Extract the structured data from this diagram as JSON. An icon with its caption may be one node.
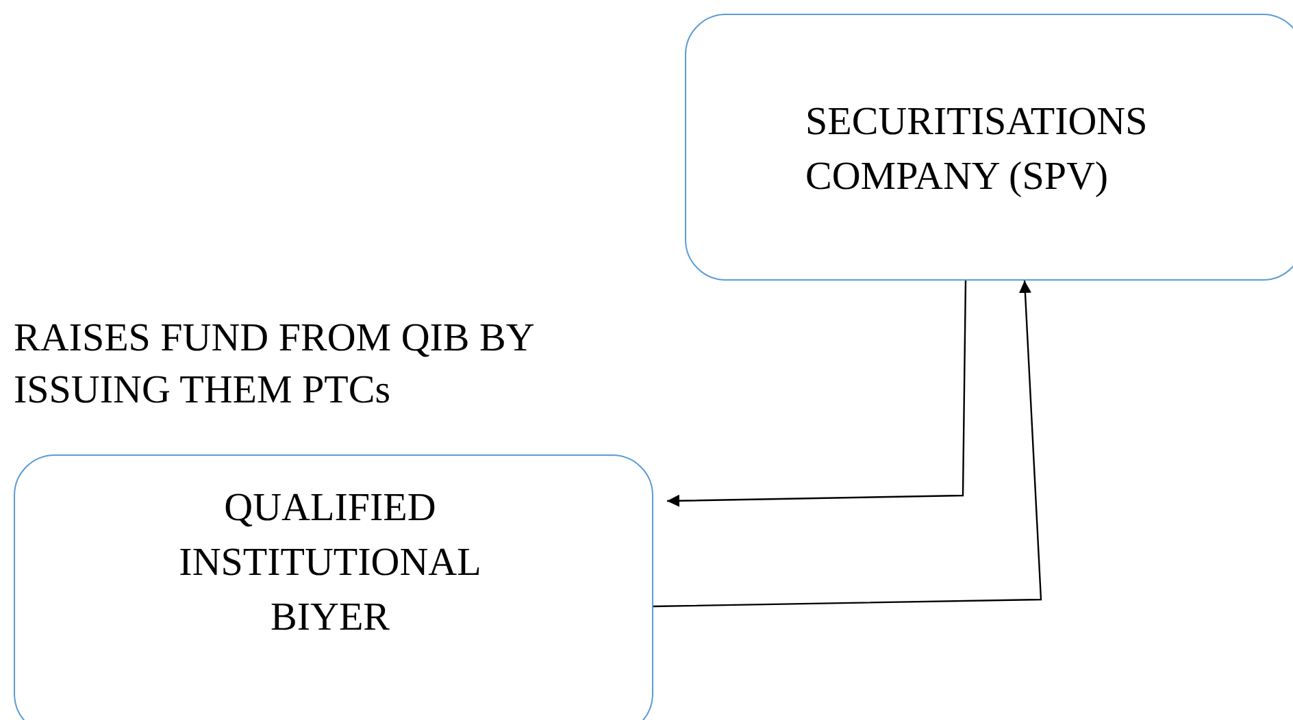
{
  "diagram": {
    "nodes": [
      {
        "text": [
          "SECURITISATIONS COMPANY (SPV)"
        ]
      },
      {
        "text": [
          "QUALIFIED INSTITUTIONAL BIYER"
        ]
      }
    ],
    "edges": [
      {
        "from": 0,
        "to": 1,
        "arrow": "to"
      },
      {
        "from": 1,
        "to": 0,
        "arrow": "to"
      }
    ],
    "labels": [
      "RAISES FUND FROM QIB BY ISSUING THEM PTCs"
    ]
  }
}
